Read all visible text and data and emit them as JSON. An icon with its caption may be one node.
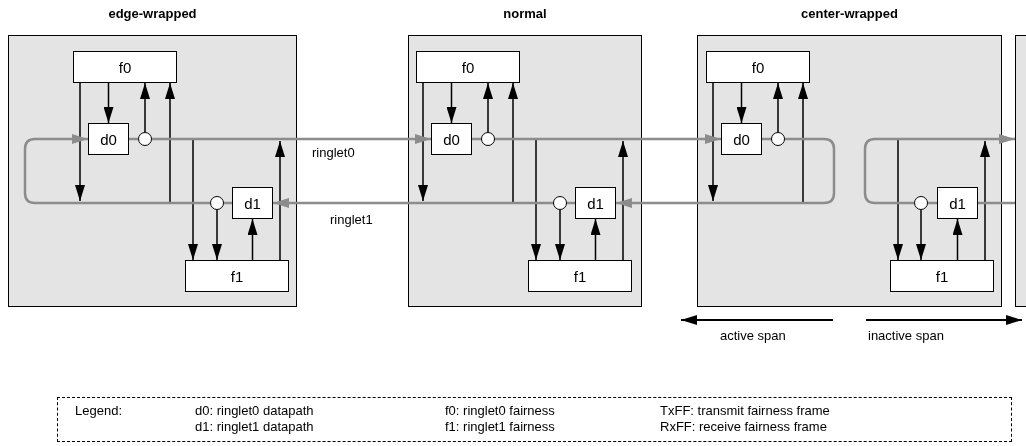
{
  "diagram": {
    "nodes": [
      {
        "text": [
          "edge-wrapped"
        ]
      },
      {
        "text": [
          "f0"
        ],
        "in": 0
      },
      {
        "text": [
          "d0"
        ],
        "in": 0
      },
      {
        "text": [],
        "shape": "circle",
        "in": 0
      },
      {
        "text": [],
        "shape": "circle",
        "in": 0
      },
      {
        "text": [
          "d1"
        ],
        "in": 0
      },
      {
        "text": [
          "f1"
        ],
        "in": 0
      },
      {
        "text": [
          "normal"
        ]
      },
      {
        "text": [
          "f0"
        ],
        "in": 7
      },
      {
        "text": [
          "d0"
        ],
        "in": 7
      },
      {
        "text": [],
        "shape": "circle",
        "in": 7
      },
      {
        "text": [],
        "shape": "circle",
        "in": 7
      },
      {
        "text": [
          "d1"
        ],
        "in": 7
      },
      {
        "text": [
          "f1"
        ],
        "in": 7
      },
      {
        "text": [
          "center-wrapped"
        ]
      },
      {
        "text": [
          "f0"
        ],
        "in": 14
      },
      {
        "text": [
          "d0"
        ],
        "in": 14
      },
      {
        "text": [],
        "shape": "circle",
        "in": 14
      },
      {
        "text": [],
        "shape": "circle",
        "in": 14
      },
      {
        "text": [
          "d1"
        ],
        "in": 14
      },
      {
        "text": [
          "f1"
        ],
        "in": 14
      },
      {
        "text": [],
        "shape": "box"
      }
    ],
    "edges": [
      {
        "from": 1,
        "to": 2,
        "arrow": "to"
      },
      {
        "from": 3,
        "to": 1,
        "arrow": "to"
      },
      {
        "from": 1,
        "to": null,
        "arrow": "to"
      },
      {
        "from": null,
        "to": 1,
        "arrow": "to"
      },
      {
        "from": 2,
        "to": 3,
        "arrow": "none",
        "color": "#8c8c8c"
      },
      {
        "from": null,
        "to": 6,
        "arrow": "to"
      },
      {
        "from": 4,
        "to": 6,
        "arrow": "to"
      },
      {
        "from": 6,
        "to": 5,
        "arrow": "to"
      },
      {
        "from": 6,
        "to": null,
        "arrow": "to"
      },
      {
        "from": 5,
        "to": 4,
        "arrow": "none",
        "color": "#8c8c8c"
      },
      {
        "from": 8,
        "to": 9,
        "arrow": "to"
      },
      {
        "from": 10,
        "to": 8,
        "arrow": "to"
      },
      {
        "from": 8,
        "to": null,
        "arrow": "to"
      },
      {
        "from": null,
        "to": 8,
        "arrow": "to"
      },
      {
        "from": 9,
        "to": 10,
        "arrow": "none",
        "color": "#8c8c8c"
      },
      {
        "from": null,
        "to": 13,
        "arrow": "to"
      },
      {
        "from": 11,
        "to": 13,
        "arrow": "to"
      },
      {
        "from": 13,
        "to": 12,
        "arrow": "to"
      },
      {
        "from": 13,
        "to": null,
        "arrow": "to"
      },
      {
        "from": 12,
        "to": 11,
        "arrow": "none",
        "color": "#8c8c8c"
      },
      {
        "from": 15,
        "to": 16,
        "arrow": "to"
      },
      {
        "from": 17,
        "to": 15,
        "arrow": "to"
      },
      {
        "from": 15,
        "to": null,
        "arrow": "to"
      },
      {
        "from": null,
        "to": 15,
        "arrow": "to"
      },
      {
        "from": 16,
        "to": 17,
        "arrow": "none",
        "color": "#8c8c8c"
      },
      {
        "from": null,
        "to": 20,
        "arrow": "to"
      },
      {
        "from": 18,
        "to": 20,
        "arrow": "to"
      },
      {
        "from": 20,
        "to": 19,
        "arrow": "to"
      },
      {
        "from": 20,
        "to": null,
        "arrow": "to"
      },
      {
        "from": 19,
        "to": 18,
        "arrow": "none",
        "color": "#8c8c8c"
      },
      {
        "from": 4,
        "to": 2,
        "arrow": "to",
        "color": "#8c8c8c"
      },
      {
        "from": 3,
        "to": 9,
        "arrow": "to",
        "label": "ringlet0",
        "color": "#8c8c8c"
      },
      {
        "from": 11,
        "to": 5,
        "arrow": "to",
        "label": "ringlet1",
        "color": "#8c8c8c"
      },
      {
        "from": 10,
        "to": 16,
        "arrow": "to",
        "color": "#8c8c8c"
      },
      {
        "from": 17,
        "to": 12,
        "arrow": "to",
        "color": "#8c8c8c"
      },
      {
        "from": 18,
        "to": 21,
        "arrow": "to",
        "color": "#8c8c8c"
      },
      {
        "from": 21,
        "to": 19,
        "arrow": "none",
        "color": "#8c8c8c"
      }
    ],
    "labels": [
      "active span",
      "inactive span",
      "Legend:",
      "d0: ringlet0 datapath",
      "f0: ringlet0 fairness",
      "TxFF: transmit fairness frame",
      "d1: ringlet1 datapath",
      "f1: ringlet1 fairness",
      "RxFF: receive fairness frame"
    ]
  }
}
